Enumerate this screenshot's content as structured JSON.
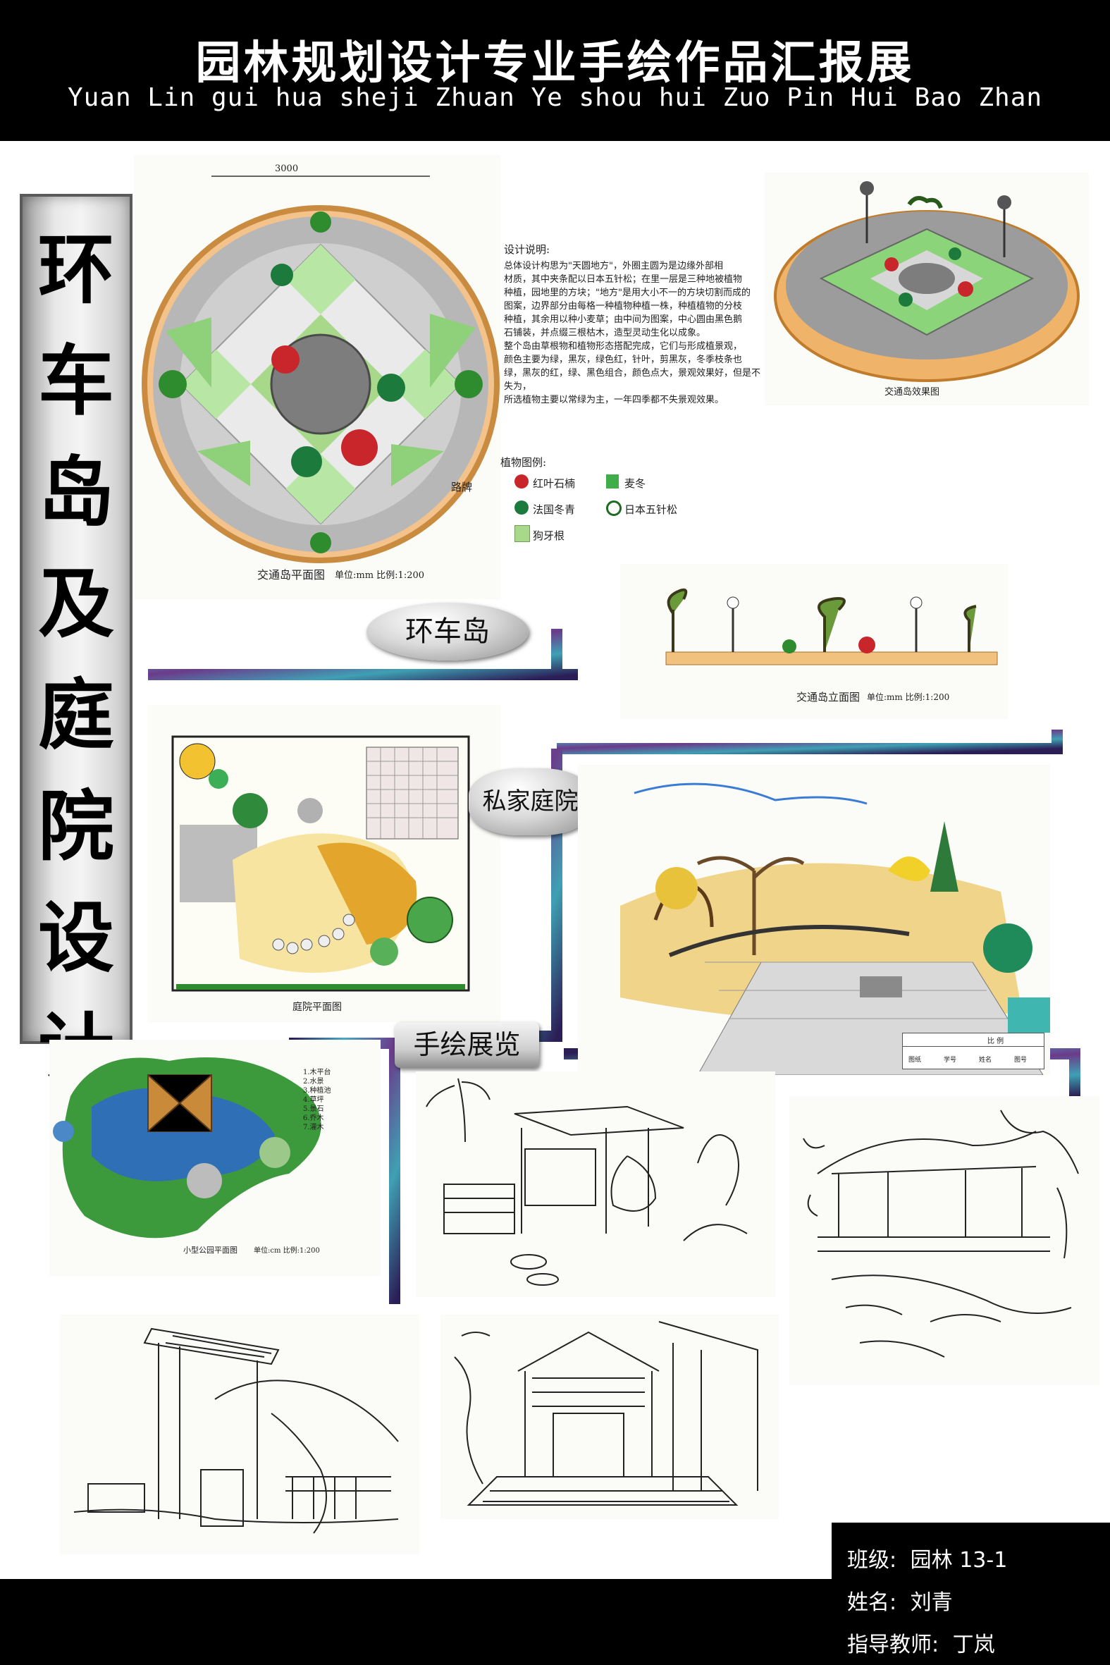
{
  "header": {
    "title": "园林规划设计专业手绘作品汇报展",
    "subtitle": "Yuan Lin gui hua sheji Zhuan Ye shou hui Zuo Pin Hui Bao Zhan"
  },
  "banner": {
    "title": "环车岛及庭院设计"
  },
  "sections": {
    "island": "环车岛",
    "courtyard": "私家庭院",
    "exhibition": "手绘展览"
  },
  "island_plan": {
    "dimension": "3000",
    "road_label": "路牌",
    "caption": "交通岛平面图",
    "scale": "单位:mm 比例:1:200",
    "notes_title": "设计说明:",
    "notes_lines": [
      "总体设计构思为\"天圆地方\"，外圈主圆为是边缘外部相",
      "材质，其中夹条配以日本五针松；在里一层是三种地被植物",
      "种植，园地里的方块；\"地方\"是用大小不一的方块切割而成的",
      "图案，边界部分由每格一种植物种植一株，种植植物的分枝",
      "种植，其余用以种小麦草；由中间为图案，中心圆由黑色鹅",
      "石铺装，并点缀三根枯木，造型灵动生化以成象。",
      "整个岛由草根物和植物形态搭配完成，它们与形成植景观，",
      "颜色主要为绿，黑灰，绿色红，针叶，剪黑灰，冬季枝条也",
      "绿，黑灰的红，绿、黑色组合，颜色点大，景观效果好，但是不失为，",
      "所选植物主要以常绿为主，一年四季都不失景观效果。"
    ],
    "legend_title": "植物图例:",
    "legend": [
      {
        "name": "红叶石楠",
        "color": "#c8262b"
      },
      {
        "name": "麦冬",
        "color": "#3fae4a"
      },
      {
        "name": "法国冬青",
        "color": "#1c7a3c"
      },
      {
        "name": "日本五针松",
        "color": "#1f6b24"
      },
      {
        "name": "狗牙根",
        "color": "#a8d98a"
      }
    ]
  },
  "island_perspective_caption": "交通岛效果图",
  "island_elevation": {
    "caption": "交通岛立面图",
    "scale": "单位:mm 比例:1:200"
  },
  "courtyard_plan_caption": "庭院平面图",
  "title_block": {
    "label_scale": "比 例",
    "cells": [
      "图纸",
      "学号",
      "姓名",
      "图号"
    ]
  },
  "small_garden": {
    "caption": "小型公园平面图",
    "scale": "单位:cm 比例:1:200",
    "legend_items": [
      "1.木平台",
      "2.水景",
      "3.种植池",
      "4.草坪",
      "5.景石",
      "6.乔木",
      "7.灌木"
    ]
  },
  "footer": {
    "class_label": "班级:",
    "class_value": "园林 13-1",
    "name_label": "姓名:",
    "name_value": "刘青",
    "teacher_label": "指导教师:",
    "teacher_value": "丁岚"
  },
  "colors": {
    "header_bg": "#000000",
    "banner_text": "#000000",
    "band_outer": "#3b2a6a",
    "band_inner": "#3fa0b4"
  }
}
